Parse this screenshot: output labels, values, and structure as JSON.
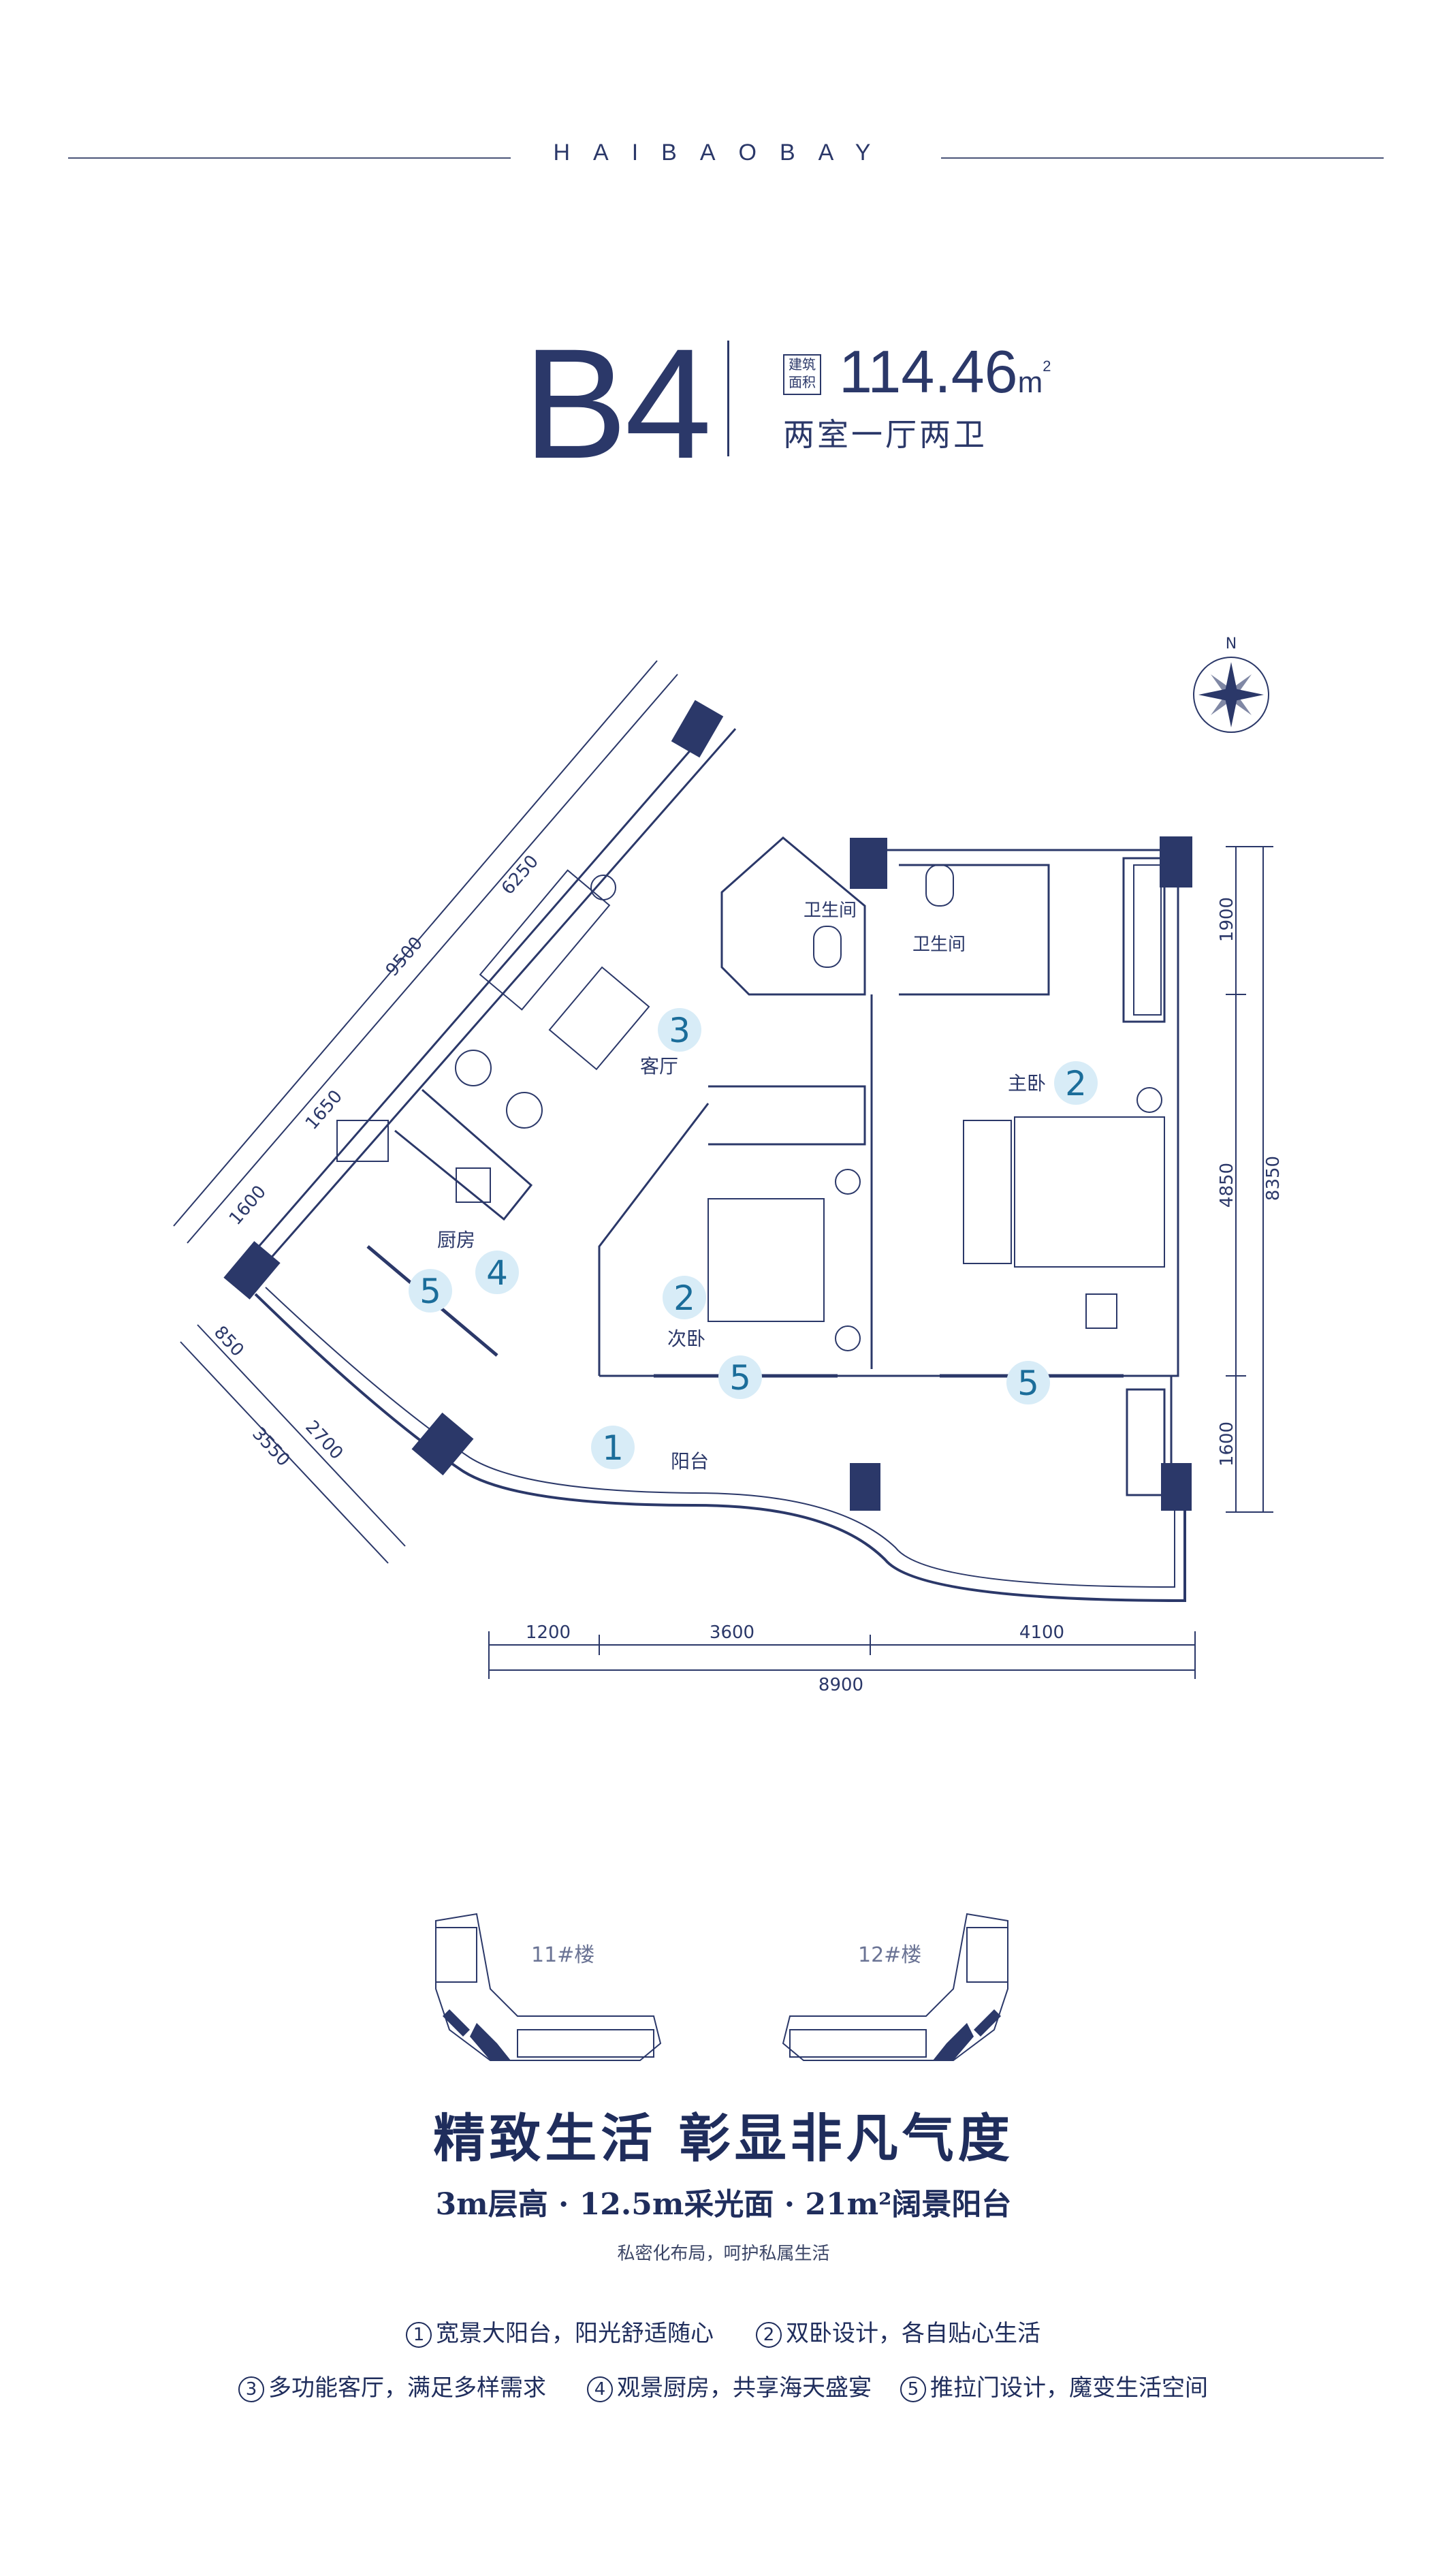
{
  "header": {
    "brand": "HAIBAOBAY",
    "unit_code": "B4",
    "area_label": "建筑面积",
    "area_value": "114.46",
    "area_unit": "m",
    "area_unit_sup": "2",
    "layout_type": "两室一厅两卫"
  },
  "compass": {
    "north_label": "N"
  },
  "rooms": {
    "living": "客厅",
    "master_bedroom": "主卧",
    "second_bedroom": "次卧",
    "kitchen": "厨房",
    "bathroom_1": "卫生间",
    "bathroom_2": "卫生间",
    "balcony": "阳台"
  },
  "markers": {
    "balcony": "1",
    "master_bedroom": "2",
    "second_bedroom": "2",
    "living": "3",
    "kitchen": "4",
    "door_kitchen": "5",
    "door_bedroom": "5",
    "door_master": "5"
  },
  "dimensions": {
    "bottom": [
      "1200",
      "3600",
      "4100"
    ],
    "bottom_total": "8900",
    "right": [
      "1900",
      "4850",
      "1600"
    ],
    "right_total": "8350",
    "left_diag": [
      "6250",
      "1650",
      "1600"
    ],
    "left_diag_total": "9500",
    "lower_diag": [
      "850",
      "2700"
    ],
    "lower_diag_total": "3550"
  },
  "buildings": {
    "left": "11#楼",
    "right": "12#楼"
  },
  "slogan": {
    "title": "精致生活  彰显非凡气度",
    "subtitle": "3m层高 · 12.5m采光面 · 21m²阔景阳台",
    "note": "私密化布局，呵护私属生活"
  },
  "features": [
    {
      "num": "1",
      "text": "宽景大阳台，阳光舒适随心"
    },
    {
      "num": "2",
      "text": "双卧设计，各自贴心生活"
    },
    {
      "num": "3",
      "text": "多功能客厅，满足多样需求"
    },
    {
      "num": "4",
      "text": "观景厨房，共享海天盛宴"
    },
    {
      "num": "5",
      "text": "推拉门设计，魔变生活空间"
    }
  ],
  "colors": {
    "primary": "#1f2d5c",
    "wall": "#2b3869",
    "marker_bg": "#d8ecf7",
    "marker_text": "#1b6d9a"
  }
}
